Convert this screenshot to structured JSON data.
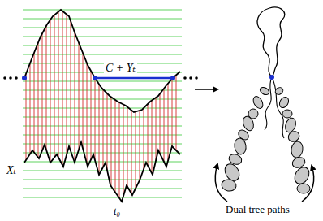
{
  "diagram": {
    "labels": [
      "C + Yₜ",
      "Xₜ",
      "t₀",
      "Dual tree paths"
    ]
  }
}
